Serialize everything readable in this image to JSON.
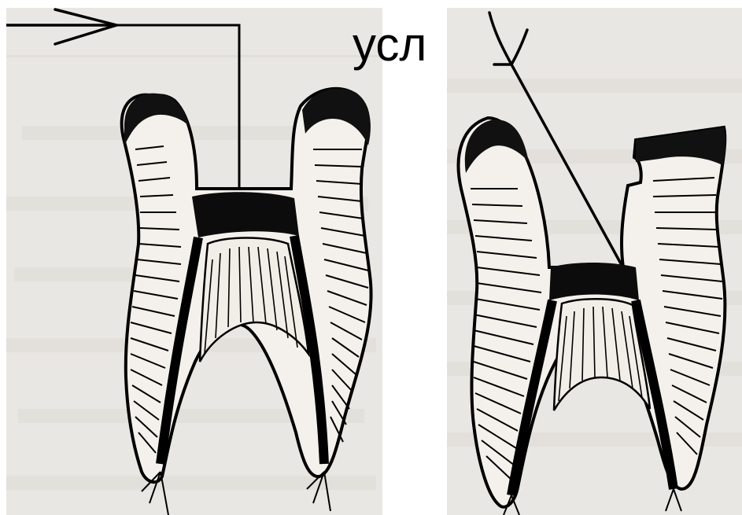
{
  "heading": {
    "text": "усл"
  },
  "colors": {
    "page_background": "#ffffff",
    "paper": "#e9e7e3",
    "ink": "#000000",
    "faint_print": "#d8d5d0"
  },
  "figures": [
    {
      "name": "tooth-with-horizontal-arrow",
      "icon": "tooth-longitudinal-section-icon",
      "pointer": "arrow-right-icon"
    },
    {
      "name": "tooth-with-trident-pointer",
      "icon": "tooth-longitudinal-section-icon",
      "pointer": "trident-arrow-icon"
    }
  ]
}
